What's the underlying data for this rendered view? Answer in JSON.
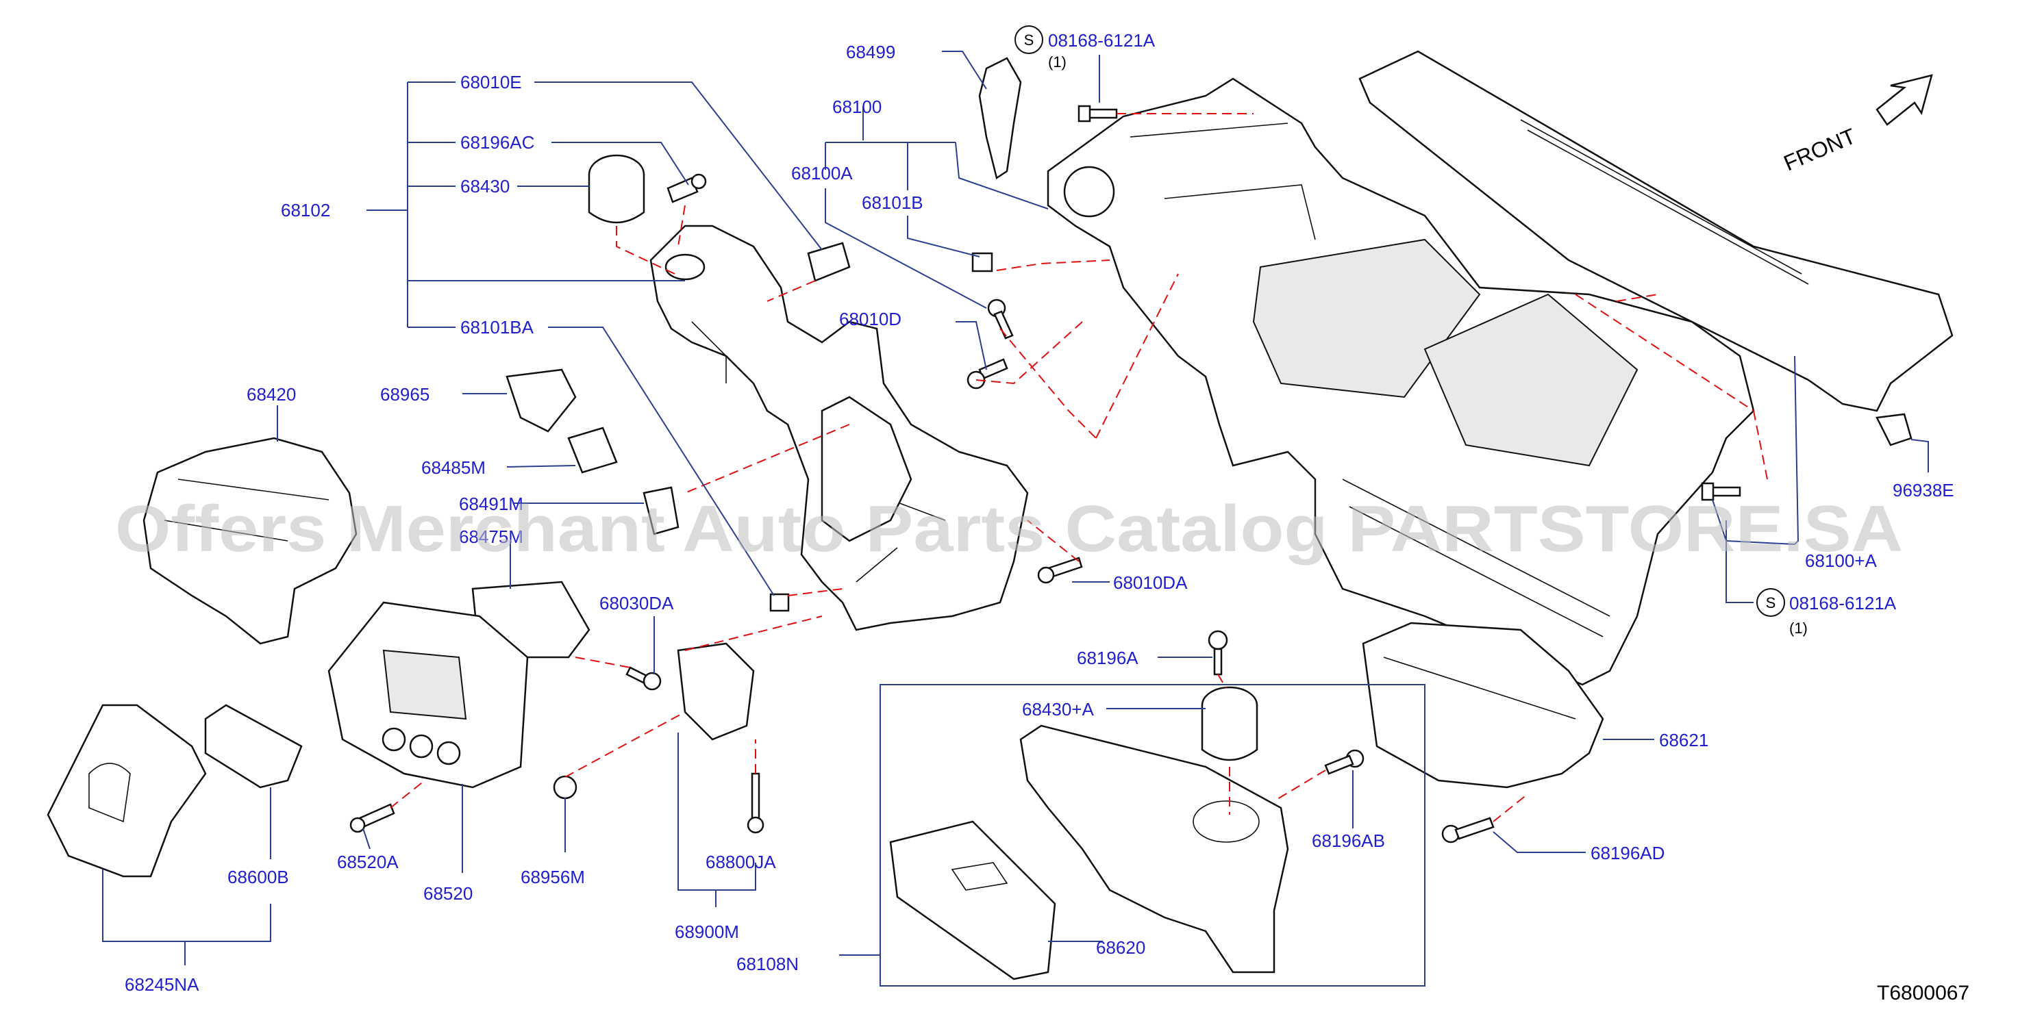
{
  "labels": {
    "l68499": "68499",
    "l08168a": "08168-6121A",
    "l08168a_qty": "(1)",
    "l68100": "68100",
    "l68100A": "68100A",
    "l68101B": "68101B",
    "l68010E": "68010E",
    "l68196AC": "68196AC",
    "l68430": "68430",
    "l68102": "68102",
    "l68101BA": "68101BA",
    "l68010D": "68010D",
    "l68965": "68965",
    "l68485M": "68485M",
    "l68420": "68420",
    "l68491M": "68491M",
    "l68475M": "68475M",
    "l68030DA": "68030DA",
    "l68010DA": "68010DA",
    "l68196A": "68196A",
    "l68430A": "68430+A",
    "l68196AB": "68196AB",
    "l68621": "68621",
    "l68196AD": "68196AD",
    "l96938E": "96938E",
    "l68100A2": "68100+A",
    "l08168b": "08168-6121A",
    "l08168b_qty": "(1)",
    "l68600B": "68600B",
    "l68520A": "68520A",
    "l68520": "68520",
    "l68956M": "68956M",
    "l68800JA": "68800JA",
    "l68900M": "68900M",
    "l68620": "68620",
    "l68108N": "68108N",
    "l68245NA": "68245NA"
  },
  "front_label": "FRONT",
  "s_symbol": "S",
  "ref_code": "T6800067",
  "watermark": "Offers Merchant Auto Parts Catalog PARTSTORE.SA",
  "colors": {
    "label": "#1f1fd0",
    "leader": "#2a3f8f",
    "dashed": "#e01010",
    "watermark": "#bdbdbd"
  }
}
